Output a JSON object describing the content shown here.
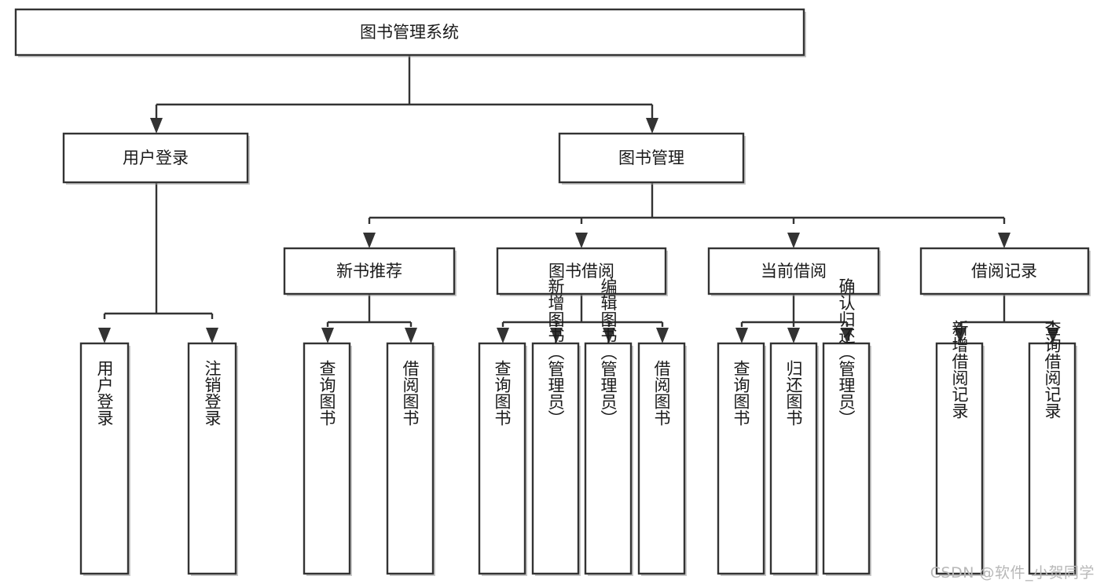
{
  "diagram": {
    "type": "tree-hierarchy-diagram",
    "title": "图书管理系统",
    "watermark": "CSDN @软件_小贺同学",
    "colors": {
      "box_stroke": "#333333",
      "box_fill": "#ffffff",
      "connector": "#333333",
      "text": "#1a1a1a",
      "watermark": "#b8b8b8",
      "background": "#ffffff"
    },
    "levels": {
      "root": {
        "label": "图书管理系统"
      },
      "level2": [
        {
          "label": "用户登录"
        },
        {
          "label": "图书管理"
        }
      ],
      "level3": [
        {
          "label": "新书推荐"
        },
        {
          "label": "图书借阅"
        },
        {
          "label": "当前借阅"
        },
        {
          "label": "借阅记录"
        }
      ]
    },
    "leaves": {
      "user_login": [
        {
          "label": "用户登录"
        },
        {
          "label": "注销登录"
        }
      ],
      "new_book_recommend": [
        {
          "label": "查询图书"
        },
        {
          "label": "借阅图书"
        }
      ],
      "book_borrow": [
        {
          "label": "查询图书"
        },
        {
          "label": "新增图书（管理员）"
        },
        {
          "label": "编辑图书（管理员）"
        },
        {
          "label": "借阅图书"
        }
      ],
      "current_borrow": [
        {
          "label": "查询图书"
        },
        {
          "label": "归还图书"
        },
        {
          "label": "确认归还（管理员）"
        }
      ],
      "borrow_record": [
        {
          "label": "新增借阅记录"
        },
        {
          "label": "查询借阅记录"
        }
      ]
    }
  }
}
